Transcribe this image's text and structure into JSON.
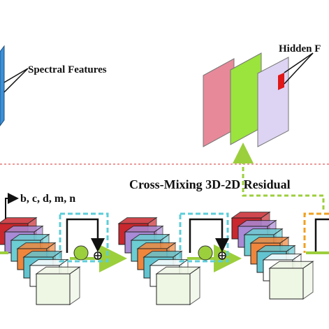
{
  "labels": {
    "spectral_features": "Spectral Features",
    "hidden_features": "Hidden F",
    "cross_mixing": "Cross-Mixing 3D-2D Residual",
    "params": "b, c, d, m, n"
  },
  "colors": {
    "spectral_block": "#3b8fd6",
    "hidden_pink": "#e8899a",
    "hidden_green": "#9be33d",
    "hidden_lavender": "#ddd3f2",
    "hidden_red": "#e01818",
    "dashed_divider": "#e05a5a",
    "skip_cyan": "#5ccdd8",
    "skip_orange": "#f0a020",
    "arrow_green": "#9ccf3c",
    "cube_layers": [
      "#c8282e",
      "#a98ad6",
      "#6ccdd2",
      "#f0863c",
      "#62c4d0",
      "#ffffff",
      "#eef6e4"
    ]
  },
  "icons": [
    "plus-circle-icon",
    "green-node-icon",
    "arrow-down-icon"
  ]
}
